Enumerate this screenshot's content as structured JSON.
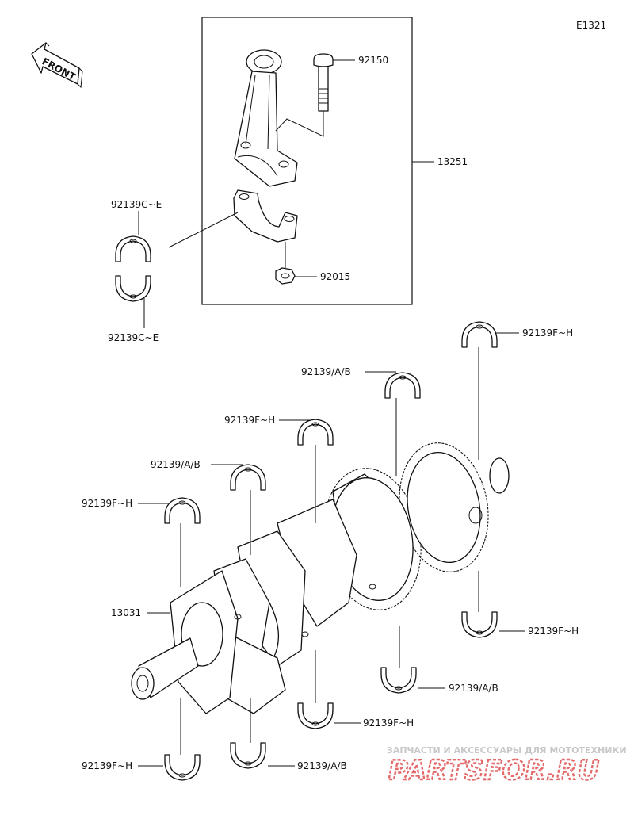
{
  "diagram_id": "E1321",
  "front_label": "FRONT",
  "labels": {
    "bolt": "92150",
    "rod_assy": "13251",
    "bearing_rod_upper": "92139C~E",
    "bearing_rod_lower": "92139C~E",
    "nut": "92015",
    "main_f_h_1": "92139F~H",
    "main_a_b_1": "92139/A/B",
    "main_f_h_2": "92139F~H",
    "main_a_b_2": "92139/A/B",
    "main_f_h_3": "92139F~H",
    "crankshaft": "13031",
    "main_f_h_4": "92139F~H",
    "main_a_b_3": "92139/A/B",
    "main_f_h_5": "92139F~H",
    "main_f_h_6": "92139F~H",
    "main_a_b_4": "92139/A/B"
  },
  "watermark": {
    "line1": "ЗАПЧАСТИ И АКСЕССУАРЫ ДЛЯ МОТОТЕХНИКИ",
    "line2": "PARTSFOR.RU"
  }
}
